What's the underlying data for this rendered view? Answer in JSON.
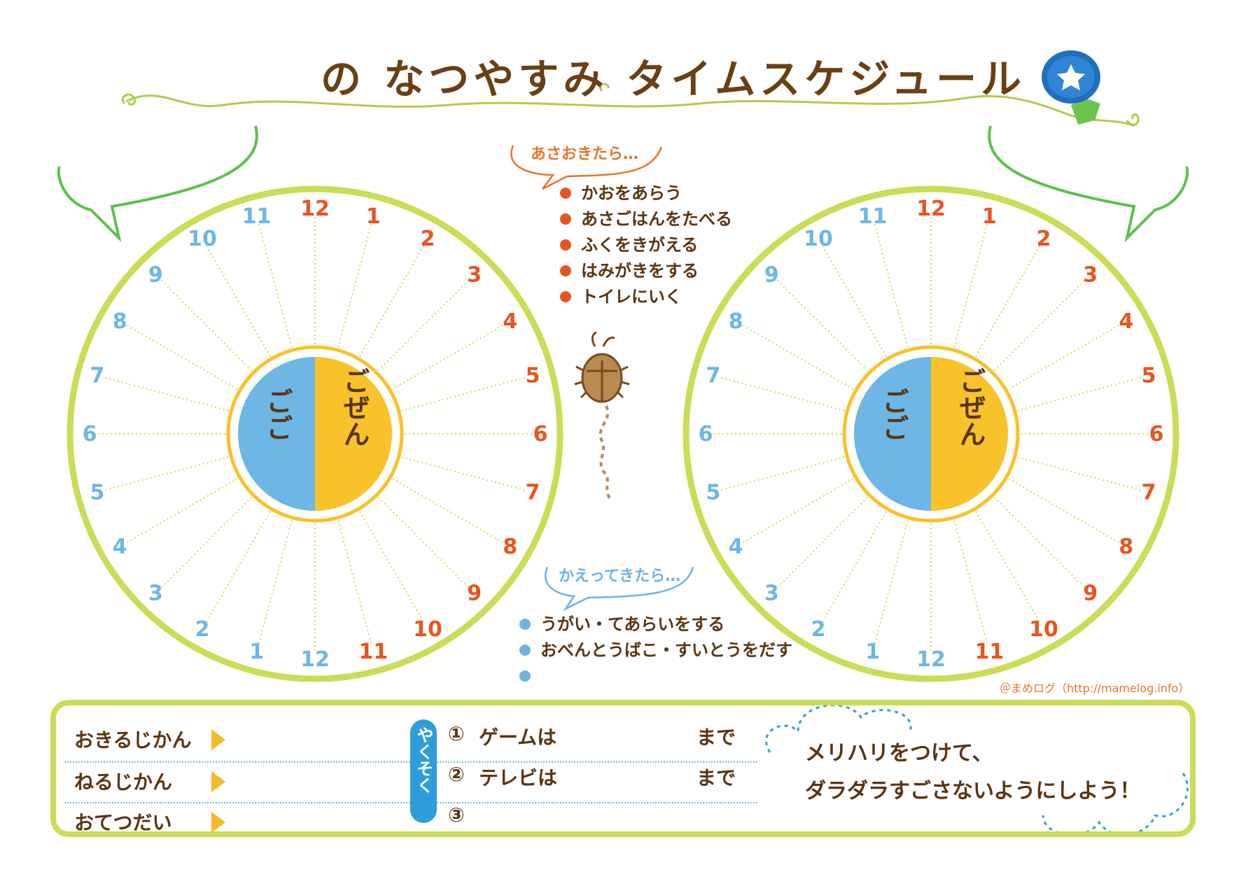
{
  "title": "の なつやすみ タイムスケジュール",
  "clock": {
    "am_label": "ごぜん",
    "pm_label": "ごご",
    "right_hours": [
      "12",
      "1",
      "2",
      "3",
      "4",
      "5",
      "6",
      "7",
      "8",
      "9",
      "10",
      "11"
    ],
    "left_hours": [
      "12",
      "1",
      "2",
      "3",
      "4",
      "5",
      "6",
      "7",
      "8",
      "9",
      "10",
      "11"
    ],
    "colors": {
      "am_fill": "#f8c22b",
      "pm_fill": "#6cb7e6",
      "am_numbers": "#e8541f",
      "pm_numbers": "#6cb7e6",
      "ring": "#c9dd56",
      "inner_ring": "#f8c22b"
    }
  },
  "morning": {
    "bubble": "あさおきたら…",
    "items": [
      "かおをあらう",
      "あさごはんをたべる",
      "ふくをきがえる",
      "はみがきをする",
      "トイレにいく"
    ]
  },
  "return_home": {
    "bubble": "かえってきたら…",
    "items": [
      "うがい・てあらいをする",
      "おべんとうばこ・すいとうをだす",
      ""
    ]
  },
  "credit": "＠まめログ（http://mamelog.info）",
  "bottom": {
    "rows": [
      "おきるじかん",
      "ねるじかん",
      "おてつだい"
    ],
    "promise_label": "やくそく",
    "promises": [
      {
        "num": "①",
        "text": "ゲームは",
        "until": "まで"
      },
      {
        "num": "②",
        "text": "テレビは",
        "until": "まで"
      },
      {
        "num": "③",
        "text": "",
        "until": ""
      }
    ],
    "message_line1": "メリハリをつけて、",
    "message_line2": "ダラダラすごさないようにしよう！"
  },
  "decor": {
    "flower": "morning-glory-icon",
    "bug": "beetle-icon",
    "vine": "vine-decoration"
  }
}
